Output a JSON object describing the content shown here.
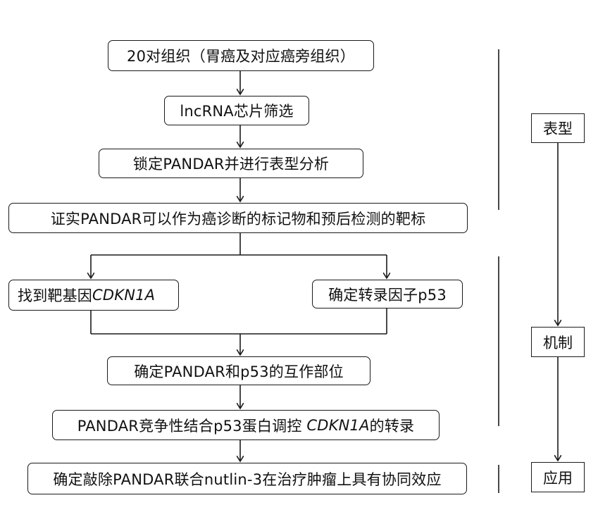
{
  "steps": {
    "s1": "20对组织（胃癌及对应癌旁组织）",
    "s2": "lncRNA芯片筛选",
    "s3": "锁定PANDAR并进行表型分析",
    "s4": "证实PANDAR可以作为癌诊断的标记物和预后检测的靶标",
    "s5_prefix": "找到靶基因",
    "s5_gene": "CDKN1A",
    "s6": "确定转录因子p53",
    "s7": "确定PANDAR和p53的互作部位",
    "s8_prefix": "PANDAR竞争性结合p53蛋白调控 ",
    "s8_gene": "CDKN1A",
    "s8_suffix": "的转录",
    "s9": "确定敲除PANDAR联合nutlin-3在治疗肿瘤上具有协同效应"
  },
  "phases": {
    "phenotype": "表型",
    "mechanism": "机制",
    "application": "应用"
  }
}
